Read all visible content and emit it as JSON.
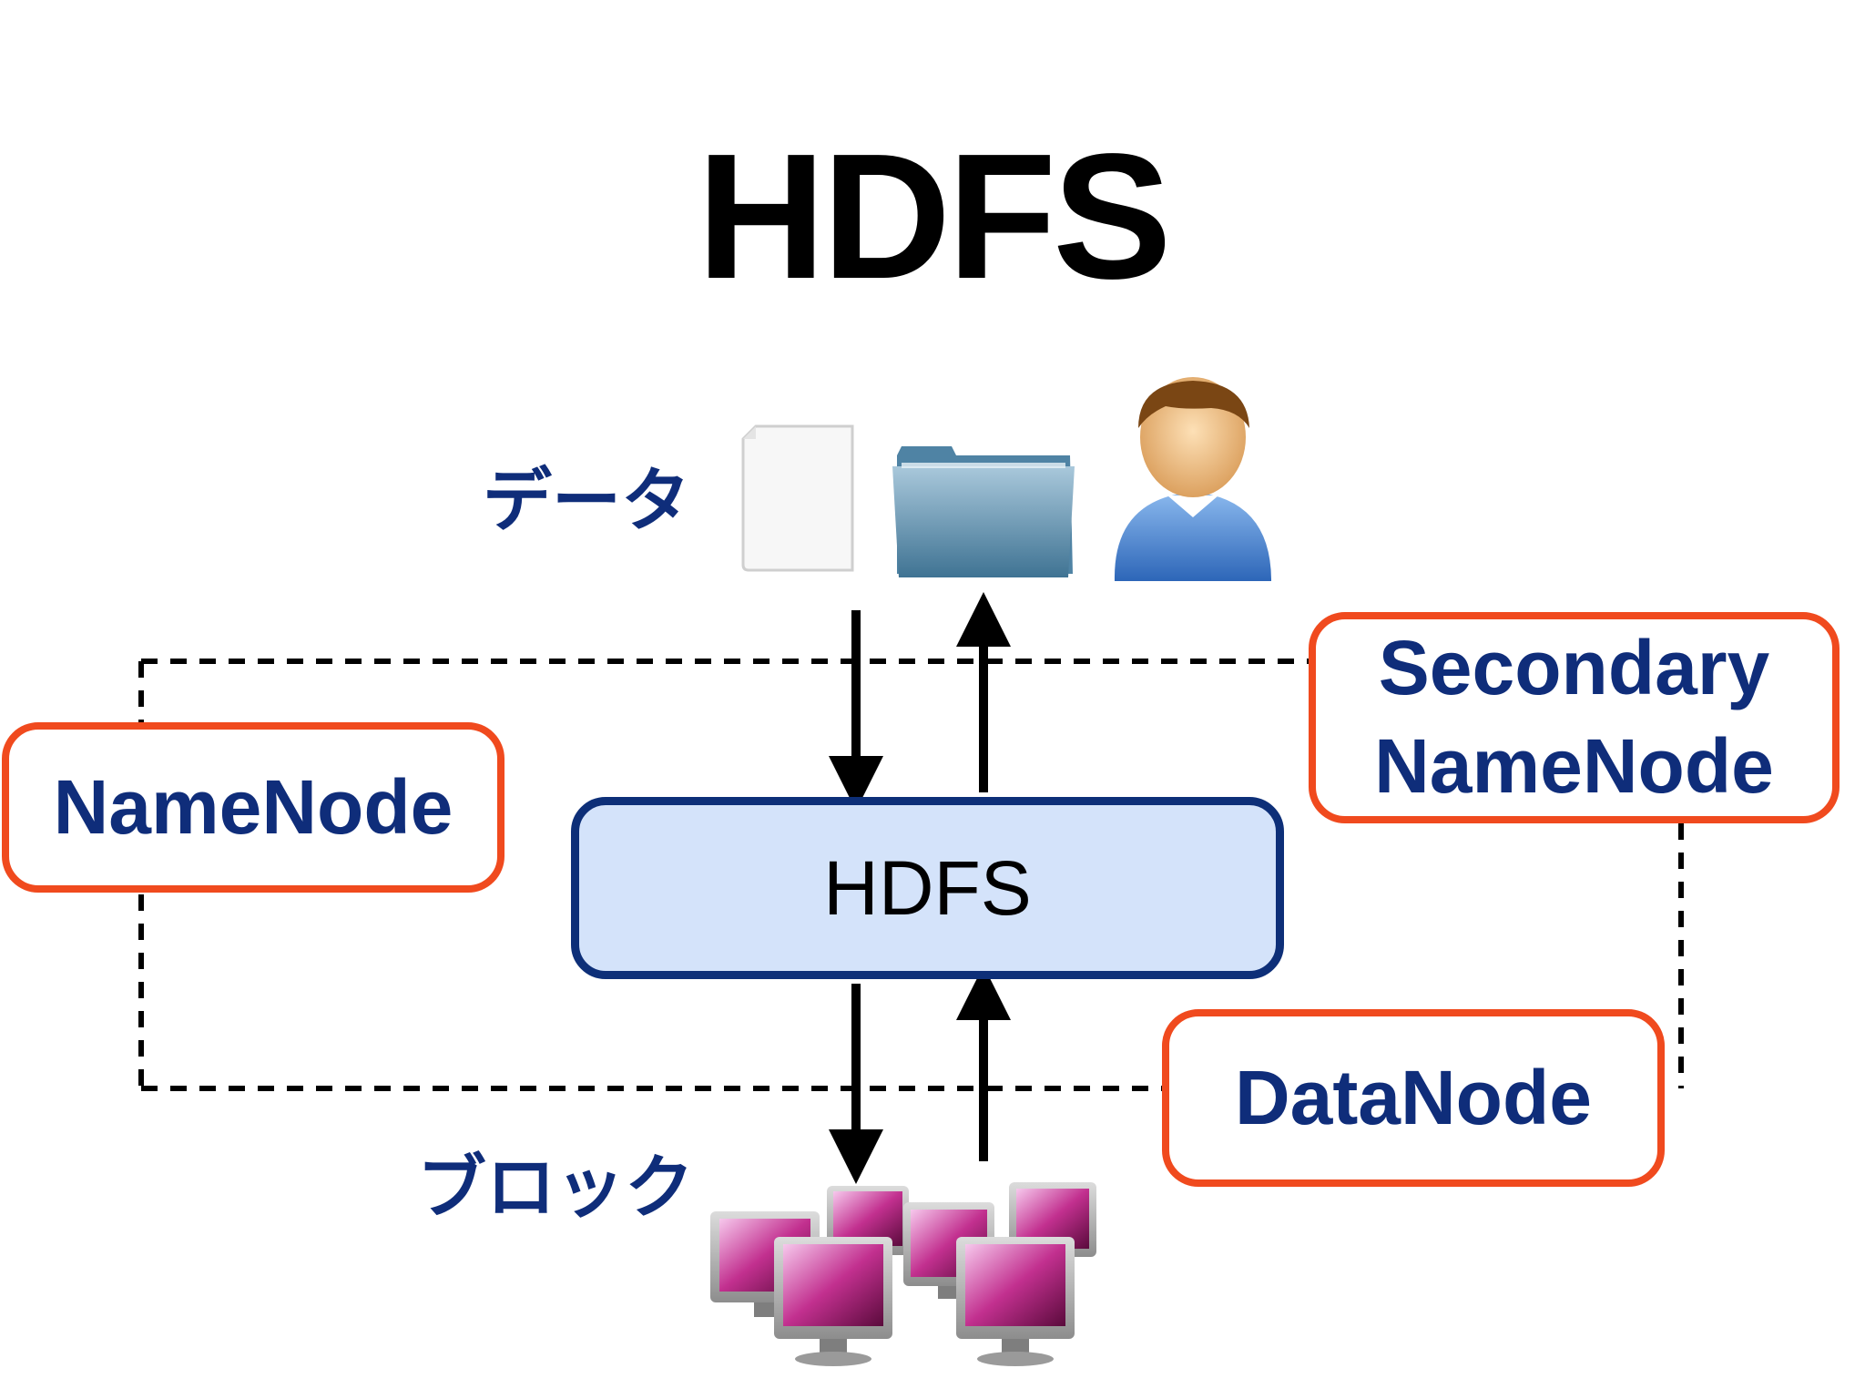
{
  "title": "HDFS",
  "labels": {
    "data": "データ",
    "block": "ブロック"
  },
  "hdfs_box": "HDFS",
  "nodes": {
    "namenode": "NameNode",
    "secondary_line1": "Secondary",
    "secondary_line2": "NameNode",
    "datanode": "DataNode"
  },
  "colors": {
    "label_blue": "#0f2d7a",
    "box_fill": "#d4e3fa",
    "box_border": "#0d2f78",
    "highlight_border": "#f04a1e"
  },
  "icons": {
    "data": [
      "document-icon",
      "folder-icon",
      "user-icon"
    ],
    "blocks": "computer-cluster-icon"
  }
}
